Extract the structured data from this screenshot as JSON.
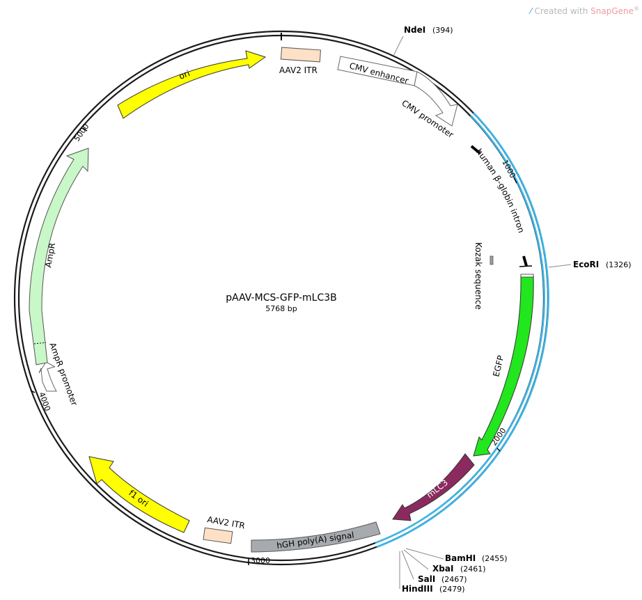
{
  "header": {
    "watermark_prefix": "Created with ",
    "watermark_brand": "SnapGene",
    "watermark_reg": "®"
  },
  "plasmid": {
    "name": "pAAV-MCS-GFP-mLC3B",
    "length": "5768 bp"
  },
  "ticks": [
    "1000",
    "2000",
    "3000",
    "4000",
    "5000"
  ],
  "features": {
    "itr_left": "AAV2 ITR",
    "cmv_enhancer": "CMV enhancer",
    "cmv_promoter": "CMV promoter",
    "intron": "human β-globin intron",
    "kozak": "Kozak sequence",
    "egfp": "EGFP",
    "mlc3": "mLC3",
    "hgh": "hGH poly(A) signal",
    "itr_right": "AAV2 ITR",
    "f1": "f1 ori",
    "ampr_promoter": "AmpR promoter",
    "ampr": "AmpR",
    "ori": "ori"
  },
  "sites": {
    "ndei": {
      "name": "NdeI",
      "pos": "(394)"
    },
    "ecori": {
      "name": "EcoRI",
      "pos": "(1326)"
    },
    "bamhi": {
      "name": "BamHI",
      "pos": "(2455)"
    },
    "xbai": {
      "name": "XbaI",
      "pos": "(2461)"
    },
    "sali": {
      "name": "SalI",
      "pos": "(2467)"
    },
    "hindiii": {
      "name": "HindIII",
      "pos": "(2479)"
    }
  },
  "colors": {
    "backbone": "#1a1a1a",
    "insert_region": "#3bb5e6",
    "itr": "#fde0c5",
    "egfp": "#22e61e",
    "mlc3": "#8b2a5e",
    "hgh": "#a7aaaf",
    "f1_ori": "#ffff00",
    "ori": "#ffff00",
    "ampr": "#c8f7c8",
    "kozak": "#9aa0a8"
  }
}
